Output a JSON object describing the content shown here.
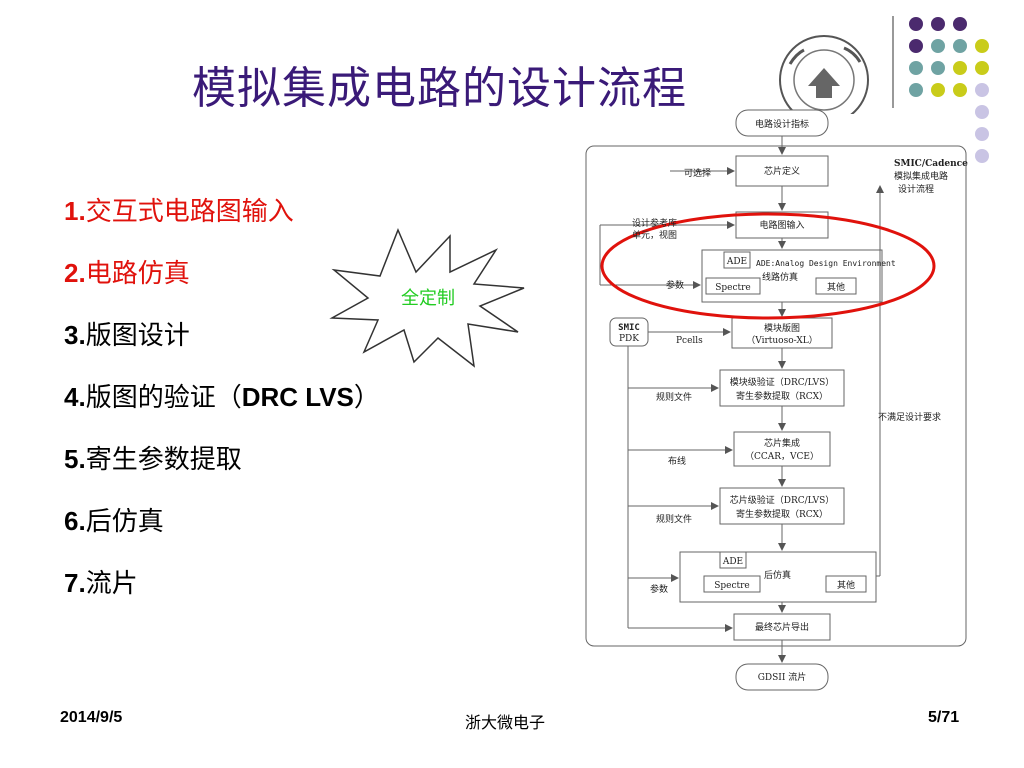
{
  "slide": {
    "title": "模拟集成电路的设计流程",
    "steps": [
      {
        "num": "1.",
        "text": "交互式电路图输入"
      },
      {
        "num": "2.",
        "text": "电路仿真"
      },
      {
        "num": "3.",
        "text": "版图设计"
      },
      {
        "num": "4.",
        "text": "版图的验证（",
        "bold": "DRC LVS",
        "tail": "）"
      },
      {
        "num": "5.",
        "text": "寄生参数提取"
      },
      {
        "num": "6.",
        "text": "后仿真"
      },
      {
        "num": "7.",
        "text": "流片"
      }
    ],
    "burst_label": "全定制",
    "highlight_color": "#e0120c",
    "title_color": "#3a1a78",
    "burst_color": "#22cc22"
  },
  "flowchart": {
    "spec": "电路设计指标",
    "chip_def": "芯片定义",
    "optional": "可选择",
    "smic_title": [
      "SMIC/Cadence",
      "模拟集成电路",
      "设计流程"
    ],
    "schematic": "电路图输入",
    "ref_lib": [
      "设计参考库",
      "单元，视图"
    ],
    "ade": "ADE",
    "ade_full": "ADE:Analog Design Environment",
    "sim": "线路仿真",
    "params": "参数",
    "spectre": "Spectre",
    "other": "其他",
    "pdk": [
      "SMIC",
      "PDK"
    ],
    "pcells": "Pcells",
    "layout": [
      "模块版图",
      "（Virtuoso-XL）"
    ],
    "rules": "规则文件",
    "verify_block": [
      "模块级验证（DRC/LVS）",
      "寄生参数提取（RCX）"
    ],
    "not_meet": "不满足设计要求",
    "integration": [
      "芯片集成",
      "（CCAR，VCE）"
    ],
    "routing": "布线",
    "rules2": "规则文件",
    "verify_chip": [
      "芯片级验证（DRC/LVS）",
      "寄生参数提取（RCX）"
    ],
    "ade2": "ADE",
    "post_sim": "后仿真",
    "params2": "参数",
    "spectre2": "Spectre",
    "other2": "其他",
    "final_out": "最终芯片导出",
    "gds": "GDSII 流片"
  },
  "footer": {
    "date": "2014/9/5",
    "center": "浙大微电子",
    "page": "5/71"
  },
  "decor_colors": {
    "purple": "#4b2a6e",
    "teal": "#6fa3a3",
    "yellow": "#c9cc1a",
    "lavender": "#c9c4e4"
  }
}
